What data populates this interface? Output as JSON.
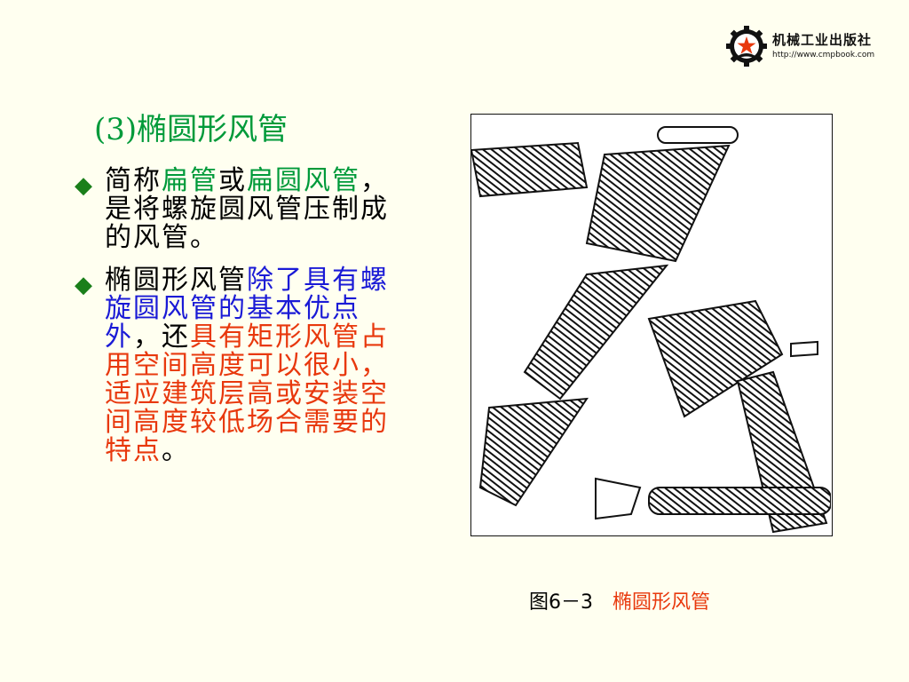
{
  "logo": {
    "name": "机械工业出版社",
    "url": "http://www.cmpbook.com",
    "star_color": "#e8380d"
  },
  "heading": "(3)椭圆形风管",
  "bullets": [
    {
      "icon": "diamond-bullet-icon",
      "segments": [
        {
          "text": "简称",
          "color": "black"
        },
        {
          "text": "扁管",
          "color": "green"
        },
        {
          "text": "或",
          "color": "black"
        },
        {
          "text": "扁圆风管",
          "color": "green"
        },
        {
          "text": "，是将螺旋圆风管压制成的风管。",
          "color": "black"
        }
      ]
    },
    {
      "icon": "diamond-bullet-icon",
      "segments": [
        {
          "text": "椭圆形风管",
          "color": "black"
        },
        {
          "text": "除了具有螺旋圆风管的基本优点外",
          "color": "blue"
        },
        {
          "text": "，还",
          "color": "black"
        },
        {
          "text": "具有矩形风管占用空间高度可以很小，适应建筑层高或安装空间高度较低场合需要的特点",
          "color": "red"
        },
        {
          "text": "。",
          "color": "black"
        }
      ]
    }
  ],
  "figure": {
    "caption_number": "图6－3",
    "caption_title": "椭圆形风管"
  },
  "colors": {
    "background": "#fffff0",
    "green": "#009a3a",
    "blue": "#1a1ad6",
    "red": "#e8380d",
    "bullet": "#1a7f1a"
  }
}
